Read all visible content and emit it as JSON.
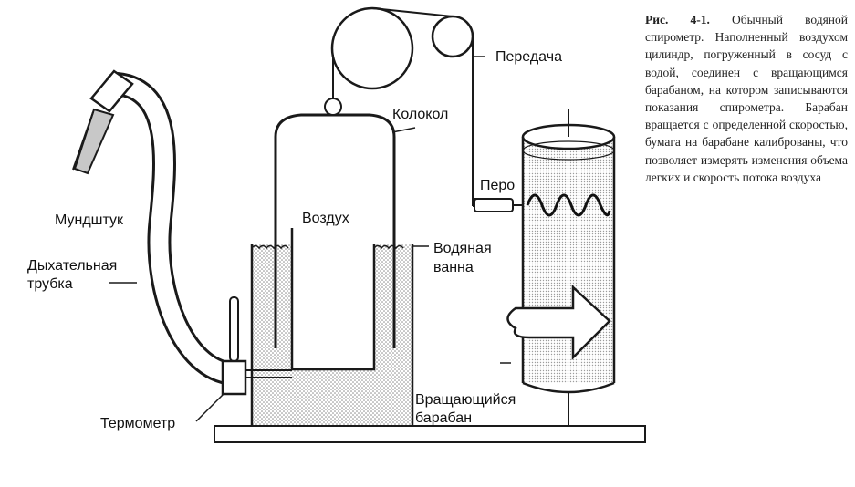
{
  "labels": {
    "mouthpiece": "Мундштук",
    "breathing_tube_line1": "Дыхательная",
    "breathing_tube_line2": "трубка",
    "thermometer": "Термометр",
    "air": "Воздух",
    "bell": "Колокол",
    "transmission": "Передача",
    "pen": "Перо",
    "water_bath_line1": "Водяная",
    "water_bath_line2": "ванна",
    "rotating_drum_line1": "Вращающийся",
    "rotating_drum_line2": "барабан"
  },
  "caption": {
    "figure_number": "Рис. 4-1.",
    "text": " Обычный водяной спирометр. Наполненный воздухом цилиндр, погруженный в сосуд с водой, соединен с вращающимся барабаном, на котором записываются показания спирометра. Барабан вращается с определенной скоростью, бумага на барабане калиброваны, что позволяет измерять изменения объема легких и скорость потока воздуха"
  },
  "colors": {
    "line": "#1a1a1a",
    "stipple": "#9a9a9a"
  }
}
